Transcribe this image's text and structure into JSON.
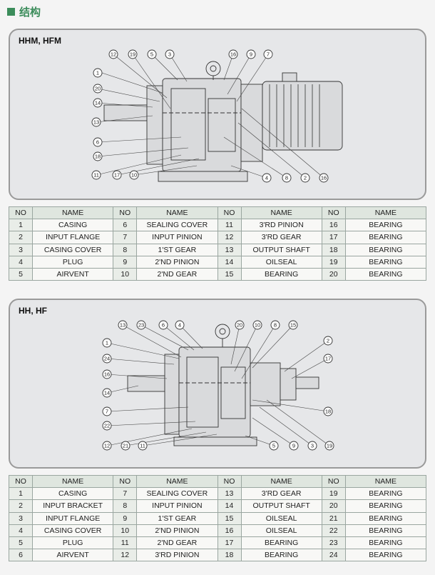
{
  "header": {
    "title": "结构"
  },
  "diagram1": {
    "label": "HHM, HFM",
    "callouts": [
      "12",
      "19",
      "5",
      "3",
      "16",
      "9",
      "7",
      "1",
      "20",
      "14",
      "13",
      "6",
      "18",
      "11",
      "17",
      "10",
      "4",
      "8",
      "2",
      "16"
    ]
  },
  "diagram2": {
    "label": "HH, HF",
    "callouts": [
      "13",
      "23",
      "6",
      "4",
      "20",
      "10",
      "8",
      "15",
      "2",
      "1",
      "24",
      "16",
      "14",
      "17",
      "7",
      "18",
      "22",
      "12",
      "21",
      "11",
      "5",
      "9",
      "3",
      "19"
    ]
  },
  "table1": {
    "headers": [
      "NO",
      "NAME",
      "NO",
      "NAME",
      "NO",
      "NAME",
      "NO",
      "NAME"
    ],
    "rows": [
      [
        "1",
        "CASING",
        "6",
        "SEALING COVER",
        "11",
        "3'RD PINION",
        "16",
        "BEARING"
      ],
      [
        "2",
        "INPUT FLANGE",
        "7",
        "INPUT PINION",
        "12",
        "3'RD GEAR",
        "17",
        "BEARING"
      ],
      [
        "3",
        "CASING COVER",
        "8",
        "1'ST GEAR",
        "13",
        "OUTPUT SHAFT",
        "18",
        "BEARING"
      ],
      [
        "4",
        "PLUG",
        "9",
        "2'ND PINION",
        "14",
        "OILSEAL",
        "19",
        "BEARING"
      ],
      [
        "5",
        "AIRVENT",
        "10",
        "2'ND GEAR",
        "15",
        "BEARING",
        "20",
        "BEARING"
      ]
    ]
  },
  "table2": {
    "headers": [
      "NO",
      "NAME",
      "NO",
      "NAME",
      "NO",
      "NAME",
      "NO",
      "NAME"
    ],
    "rows": [
      [
        "1",
        "CASING",
        "7",
        "SEALING COVER",
        "13",
        "3'RD GEAR",
        "19",
        "BEARING"
      ],
      [
        "2",
        "INPUT BRACKET",
        "8",
        "INPUT PINION",
        "14",
        "OUTPUT SHAFT",
        "20",
        "BEARING"
      ],
      [
        "3",
        "INPUT FLANGE",
        "9",
        "1'ST GEAR",
        "15",
        "OILSEAL",
        "21",
        "BEARING"
      ],
      [
        "4",
        "CASING COVER",
        "10",
        "2'ND PINION",
        "16",
        "OILSEAL",
        "22",
        "BEARING"
      ],
      [
        "5",
        "PLUG",
        "11",
        "2'ND GEAR",
        "17",
        "BEARING",
        "23",
        "BEARING"
      ],
      [
        "6",
        "AIRVENT",
        "12",
        "3'RD PINION",
        "18",
        "BEARING",
        "24",
        "BEARING"
      ]
    ]
  }
}
